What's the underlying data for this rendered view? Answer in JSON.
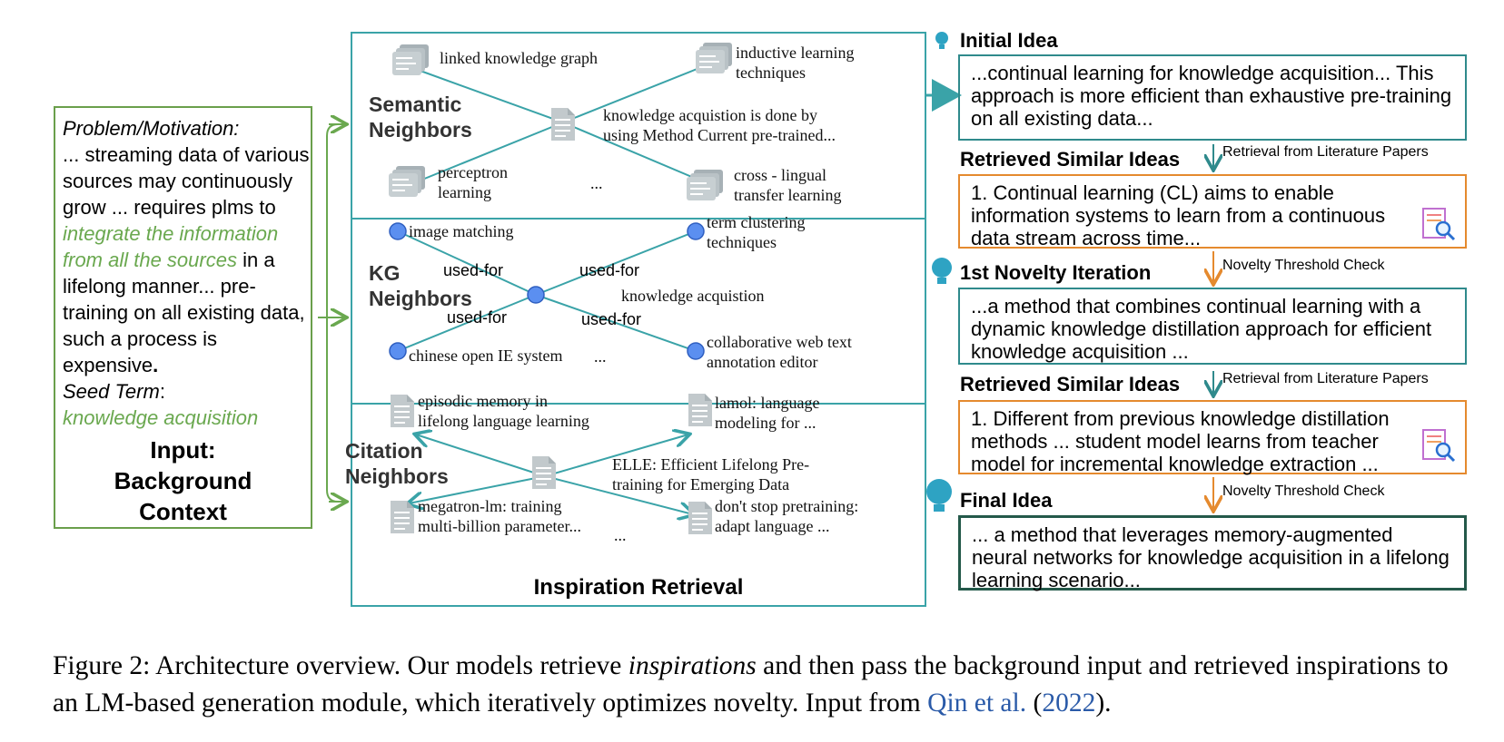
{
  "input": {
    "problem_label": "Problem/Motivation:",
    "text_1": "... streaming data of various sources may continuously grow ... requires plms to ",
    "highlight": "integrate the information from all the sources",
    "text_2": " in a lifelong manner... pre-training on all existing data, such a process is expensive",
    "text_2_end": ".",
    "seed_label": "Seed Term",
    "seed_colon": ":",
    "seed_term": "knowledge acquisition",
    "title_1": "Input:",
    "title_2": "Background",
    "title_3": "Context"
  },
  "inspiration": {
    "title": "Inspiration Retrieval",
    "semantic": {
      "label_1": "Semantic",
      "label_2": "Neighbors",
      "tl": "linked knowledge graph",
      "tr_1": "inductive learning",
      "tr_2": "techniques",
      "center_1": "knowledge acquistion is done by",
      "center_2": "using Method Current pre-trained...",
      "bl_1": "perceptron",
      "bl_2": "learning",
      "ellipsis": "...",
      "br_1": "cross - lingual",
      "br_2": "transfer learning"
    },
    "kg": {
      "label_1": "KG",
      "label_2": "Neighbors",
      "tl": "image matching",
      "tr_1": "term clustering",
      "tr_2": "techniques",
      "center": "knowledge acquistion",
      "bl": "chinese open IE system",
      "ellipsis": "...",
      "br_1": "collaborative web text",
      "br_2": "annotation editor",
      "edge_1": "used-for",
      "edge_2": "used-for",
      "edge_3": "used-for",
      "edge_4": "used-for"
    },
    "citation": {
      "label_1": "Citation",
      "label_2": "Neighbors",
      "tl_1": "episodic memory in",
      "tl_2": "lifelong language learning",
      "tr_1": "lamol: language",
      "tr_2": "modeling for ...",
      "center_1": "ELLE: Efficient Lifelong Pre-",
      "center_2": "training for Emerging Data",
      "bl_1": "megatron-lm: training",
      "bl_2": "multi-billion parameter...",
      "ellipsis": "...",
      "br_1": "don't stop pretraining:",
      "br_2": "adapt language  ..."
    }
  },
  "pipeline": {
    "initial_label": "Initial Idea",
    "initial_text": "...continual learning for knowledge acquisition... This approach is more efficient than exhaustive pre-training on all existing data...",
    "retrieved_label_1": "Retrieved Similar Ideas",
    "retrieval_note_1": "Retrieval from Literature Papers",
    "retrieved_text_1": "1. Continual learning (CL) aims to enable information systems to learn from a continuous data stream across time...",
    "iteration_label": "1st Novelty Iteration",
    "check_note_1": "Novelty Threshold Check",
    "iteration_text": "...a method that combines continual learning with a dynamic knowledge distillation approach for efficient knowledge acquisition ...",
    "retrieved_label_2": "Retrieved Similar Ideas",
    "retrieval_note_2": "Retrieval from Literature Papers",
    "retrieved_text_2": "1. Different from previous knowledge distillation methods ... student model learns from teacher model for incremental knowledge extraction ...",
    "final_label": "Final Idea",
    "check_note_2": "Novelty Threshold Check",
    "final_text": "... a method that leverages memory-augmented neural networks for knowledge acquisition in a lifelong learning scenario..."
  },
  "caption": {
    "prefix": "Figure 2:  Architecture overview. Our models retrieve ",
    "emph": "inspirations",
    "middle": " and then pass the background input and retrieved inspirations to an LM-based generation module, which iteratively optimizes novelty. Input from ",
    "cite_name": "Qin et al.",
    "cite_open": " (",
    "cite_year": "2022",
    "cite_close": ")."
  },
  "colors": {
    "teal": "#3aa3a8",
    "green": "#6aa84f",
    "orange": "#e58a2e",
    "dark_green": "#24594a",
    "node_blue": "#5b8ff0",
    "citation_blue": "#2a5aa8"
  }
}
